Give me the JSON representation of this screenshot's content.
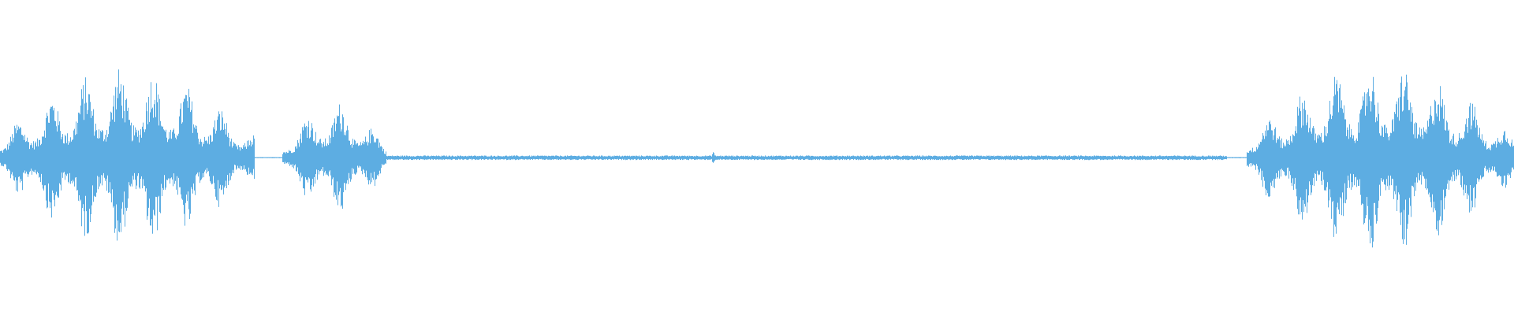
{
  "waveform": {
    "color": "#5dade2",
    "background": "#ffffff",
    "segments": [
      {
        "start": 0.0,
        "end": 0.168,
        "peak": 0.88
      },
      {
        "start": 0.186,
        "end": 0.255,
        "peak": 0.55
      },
      {
        "start": 0.255,
        "end": 0.81,
        "peak": 0.02
      },
      {
        "start": 0.47,
        "end": 0.472,
        "peak": 0.07
      },
      {
        "start": 0.823,
        "end": 1.0,
        "peak": 0.92
      }
    ]
  }
}
